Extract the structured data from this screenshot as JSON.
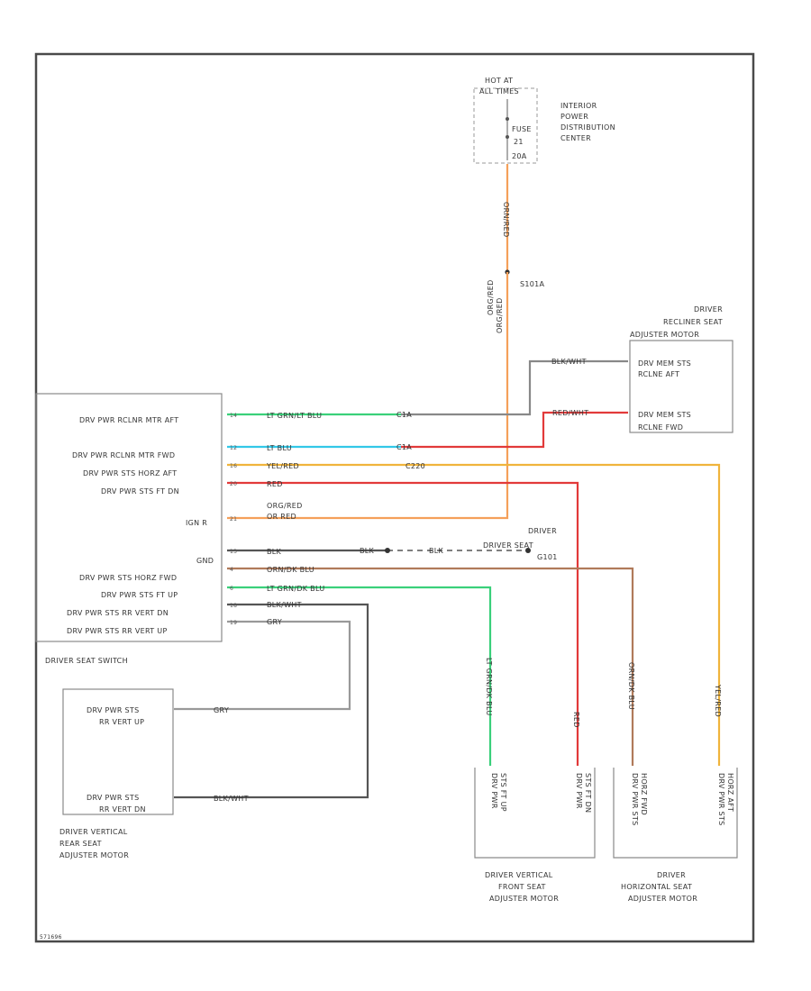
{
  "fuse_block": {
    "hot_line1": "HOT AT",
    "hot_line2": "ALL TIMES",
    "fuse_line1": "FUSE",
    "fuse_line2": "21",
    "fuse_line3": "20A",
    "center_line1": "INTERIOR",
    "center_line2": "POWER",
    "center_line3": "DISTRIBUTION",
    "center_line4": "CENTER"
  },
  "splice_s101": "S101A",
  "wire_labels": {
    "orn_red_vertical": "ORN/RED",
    "org_red_vertical_a": "ORG/RED",
    "org_red_vertical_b": "ORG/RED",
    "blk_wht_recliner": "BLK/WHT",
    "red_wht_recliner": "RED/WHT",
    "lt_grn_lt_blu": "LT GRN/LT BLU",
    "lt_blu": "LT BLU",
    "yel_red": "YEL/RED",
    "red": "RED",
    "org_red_line1": "ORG/RED",
    "org_red_line2": "OR RED",
    "blk_ground": "BLK",
    "blk_ground_mid": "BLK",
    "blk_ground_right": "BLK",
    "orn_blu": "ORN/DK BLU",
    "lt_grn_blu": "LT GRN/DK BLU",
    "blk_wht_rear": "BLK/WHT",
    "gry_rear": "GRY",
    "gry_motor": "GRY",
    "blk_wht_motor": "BLK/WHT",
    "lt_grn_blu_vertical": "LT GRN/DK BLU",
    "red_vertical": "RED",
    "orn_blu_vertical": "ORN/DK BLU",
    "yel_red_vertical": "YEL/RED",
    "c220": "C220"
  },
  "connectors": {
    "c1a": "C1A",
    "c1b": "C1A"
  },
  "ground": {
    "line1": "DRIVER",
    "line2": "SEAT",
    "name": "G101",
    "line_text": "DRIVER SEAT"
  },
  "recliner_motor": {
    "title_line1": "DRIVER",
    "title_line2": "RECLINER SEAT",
    "title_line3": "ADJUSTER MOTOR",
    "pin1_line1": "DRV MEM STS",
    "pin1_line2": "RCLNE AFT",
    "pin2_line1": "DRV MEM STS",
    "pin2_line2": "RCLNE FWD"
  },
  "driver_seat_switch": {
    "title": "DRIVER SEAT SWITCH",
    "pins": [
      "DRV PWR RCLNR MTR AFT",
      "DRV PWR RCLNR MTR FWD",
      "DRV PWR STS HORZ AFT",
      "DRV PWR STS FT DN",
      "IGN R",
      "GND",
      "DRV PWR STS HORZ FWD",
      "DRV PWR STS FT UP",
      "DRV PWR STS RR VERT DN",
      "DRV PWR STS RR VERT UP"
    ],
    "pin_numbers": [
      "14",
      "12",
      "16",
      "20",
      "21",
      "13",
      "4",
      "6",
      "18",
      "19"
    ]
  },
  "rear_motor": {
    "pin1_line1": "DRV PWR STS",
    "pin1_line2": "RR VERT UP",
    "pin2_line1": "DRV PWR STS",
    "pin2_line2": "RR VERT DN",
    "title_line1": "DRIVER VERTICAL",
    "title_line2": "REAR SEAT",
    "title_line3": "ADJUSTER MOTOR"
  },
  "front_motor": {
    "pin1_line1": "DRV PWR",
    "pin1_line2": "STS FT UP",
    "pin2_line1": "DRV PWR",
    "pin2_line2": "STS FT DN",
    "title_line1": "DRIVER VERTICAL",
    "title_line2": "FRONT SEAT",
    "title_line3": "ADJUSTER MOTOR"
  },
  "horizontal_motor": {
    "pin1_line1": "DRV PWR STS",
    "pin1_line2": "HORZ FWD",
    "pin2_line1": "DRV PWR STS",
    "pin2_line2": "HORZ AFT",
    "title_line1": "DRIVER",
    "title_line2": "HORIZONTAL SEAT",
    "title_line3": "ADJUSTER MOTOR"
  },
  "figure_id": "571696",
  "colors": {
    "orange": "#f5a05a",
    "red": "#e23a3a",
    "green": "#3ad07a",
    "cyan": "#33c8e8",
    "yellow": "#f0b43c",
    "brown": "#b07a5a",
    "grey": "#888888",
    "dark": "#555555"
  }
}
